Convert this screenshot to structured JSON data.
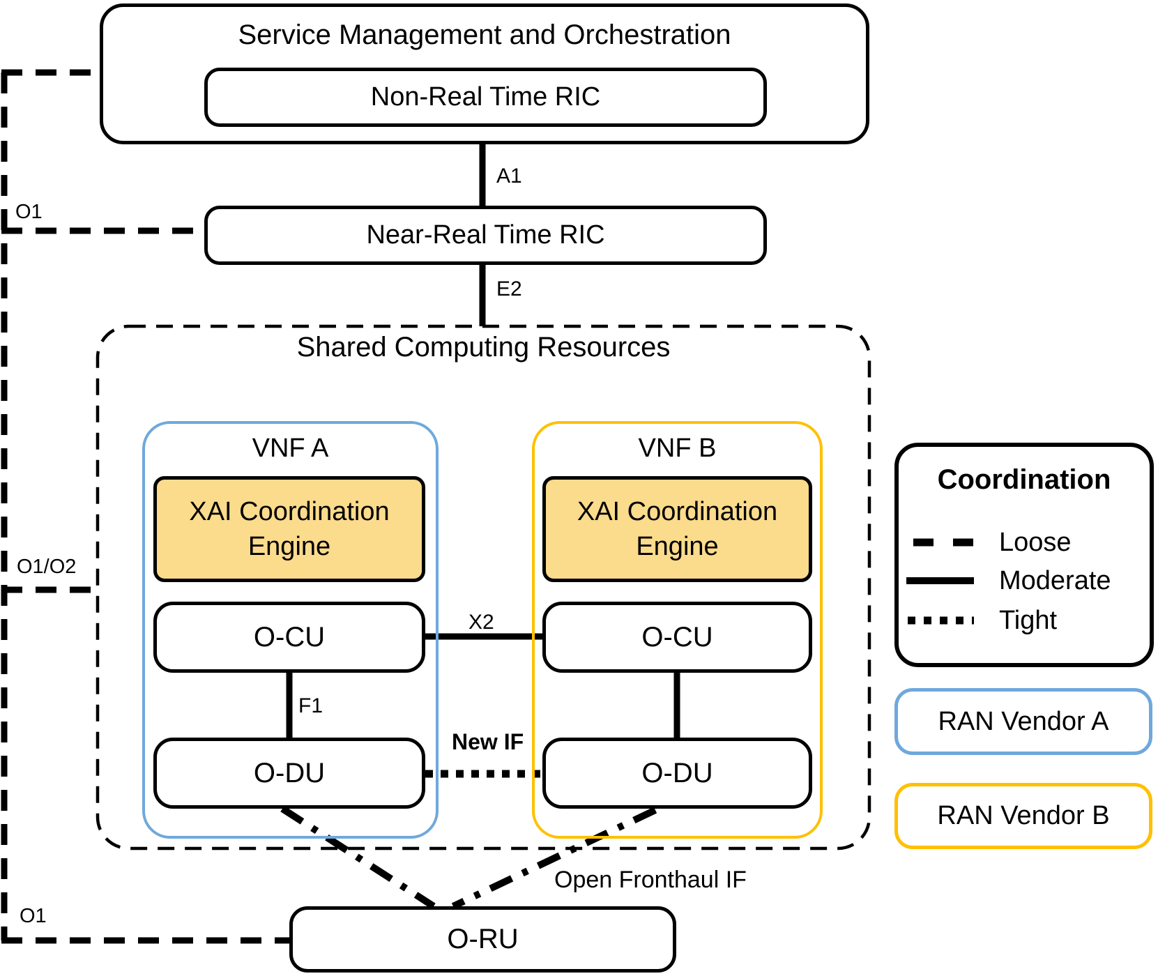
{
  "colors": {
    "vendor_a_blue": "#6FA8DC",
    "vendor_b_gold": "#FFC000",
    "xai_fill": "#FBDB8C",
    "line_black": "#000000"
  },
  "smo": {
    "title": "Service Management and Orchestration",
    "non_rt_label": "Non-Real Time RIC"
  },
  "near_rt_label": "Near-Real Time RIC",
  "shared": {
    "title": "Shared Computing Resources",
    "vnf_a": {
      "title": "VNF A",
      "xai": "XAI Coordination Engine",
      "ocu": "O-CU",
      "odu": "O-DU"
    },
    "vnf_b": {
      "title": "VNF B",
      "xai": "XAI Coordination Engine",
      "ocu": "O-CU",
      "odu": "O-DU"
    }
  },
  "oru_label": "O-RU",
  "interfaces": {
    "a1": "A1",
    "e2": "E2",
    "x2": "X2",
    "f1": "F1",
    "new_if": "New IF",
    "open_fronthaul": "Open Fronthaul IF",
    "o1_top": "O1",
    "o1_o2": "O1/O2",
    "o1_bottom": "O1"
  },
  "legend": {
    "title": "Coordination",
    "items": [
      {
        "label": "Loose",
        "style": "dashed"
      },
      {
        "label": "Moderate",
        "style": "solid"
      },
      {
        "label": "Tight",
        "style": "dotted"
      }
    ],
    "vendor_a": "RAN Vendor A",
    "vendor_b": "RAN Vendor B"
  }
}
